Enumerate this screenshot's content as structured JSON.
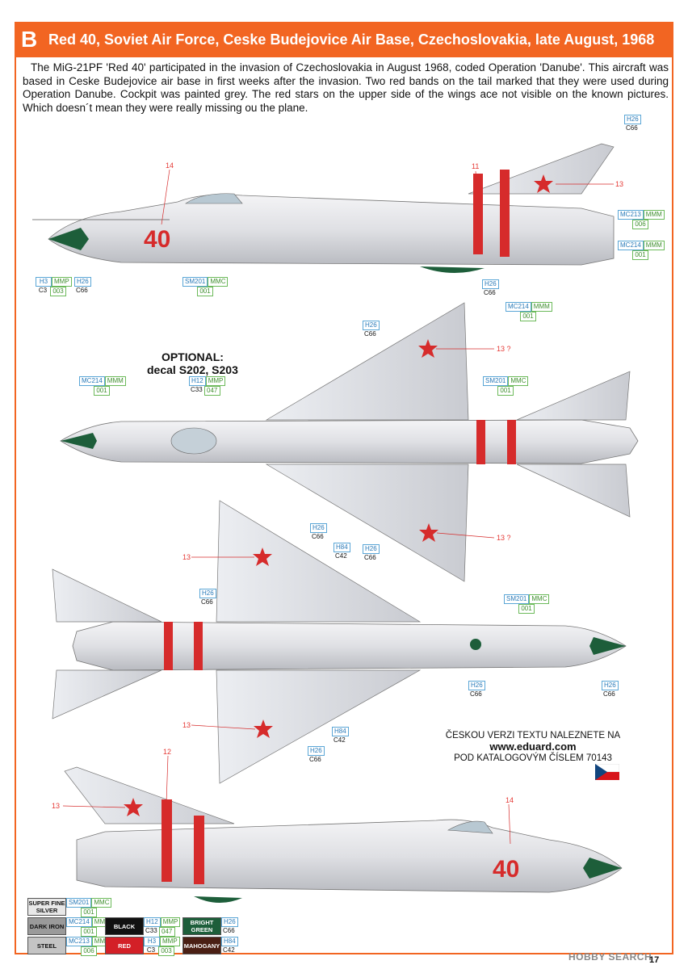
{
  "header": {
    "letter": "B",
    "title": "Red 40, Soviet Air Force, Ceske Budejovice Air Base, Czechoslovakia, late August, 1968"
  },
  "intro": "The MiG-21PF 'Red 40' participated in the invasion of Czechoslovakia in August 1968, coded Operation 'Danube'. This aircraft was based in Ceske Budejovice air base in first weeks after the invasion. Two red bands on the tail marked that they were used during Operation Danube. Cockpit was painted grey. The red stars on the upper side of the wings ace not visible on the known pictures. Which doesn´t mean they were really missing ou the plane.",
  "optional": {
    "line1": "OPTIONAL:",
    "line2": "decal S202, S203"
  },
  "aircraft_code": "40",
  "callouts": {
    "n11": "11",
    "n12": "12",
    "n13": "13",
    "n13q": "13 ?",
    "n14": "14"
  },
  "colors": {
    "h26": {
      "c": "H26",
      "k": "C66"
    },
    "h3": {
      "c": "H3",
      "m": "MMP",
      "k": "C3",
      "m2": "003"
    },
    "h12": {
      "c": "H12",
      "m": "MMP",
      "k": "C33",
      "m2": "047"
    },
    "h84": {
      "c": "H84",
      "k": "C42"
    },
    "sm201": {
      "c": "SM201",
      "m": "MMC",
      "m2": "001"
    },
    "mc214": {
      "c": "MC214",
      "m": "MMM",
      "m2": "001"
    },
    "mc213": {
      "c": "MC213",
      "m": "MMM",
      "m2": "006"
    }
  },
  "czech": {
    "line1": "ČESKOU VERZI TEXTU NALEZNETE NA",
    "url": "www.eduard.com",
    "line3": "POD KATALOGOVÝM ČÍSLEM 70143"
  },
  "legend": [
    {
      "name": "SUPER FINE SILVER",
      "c": "SM201",
      "m": "MMC",
      "m2": "001",
      "bg": "#e8e8e8",
      "fg": "#111"
    },
    {
      "name": "DARK IRON",
      "c": "MC214",
      "m": "MMM",
      "m2": "001",
      "bg": "#9a9a9a",
      "fg": "#111"
    },
    {
      "name": "STEEL",
      "c": "MC213",
      "m": "MMM",
      "m2": "006",
      "bg": "#c4c4c4",
      "fg": "#111"
    },
    {
      "name": "BLACK",
      "c": "H12",
      "m": "MMP",
      "k": "C33",
      "m2": "047",
      "bg": "#111111",
      "fg": "#fff"
    },
    {
      "name": "RED",
      "c": "H3",
      "m": "MMP",
      "k": "C3",
      "m2": "003",
      "bg": "#d32027",
      "fg": "#fff"
    },
    {
      "name": "BRIGHT GREEN",
      "c": "H26",
      "k": "C66",
      "bg": "#1d5e3a",
      "fg": "#fff"
    },
    {
      "name": "MAHOGANY",
      "c": "H84",
      "k": "C42",
      "bg": "#4a1f14",
      "fg": "#fff"
    }
  ],
  "watermark": "HOBBY SEARCH",
  "page_number": "17"
}
